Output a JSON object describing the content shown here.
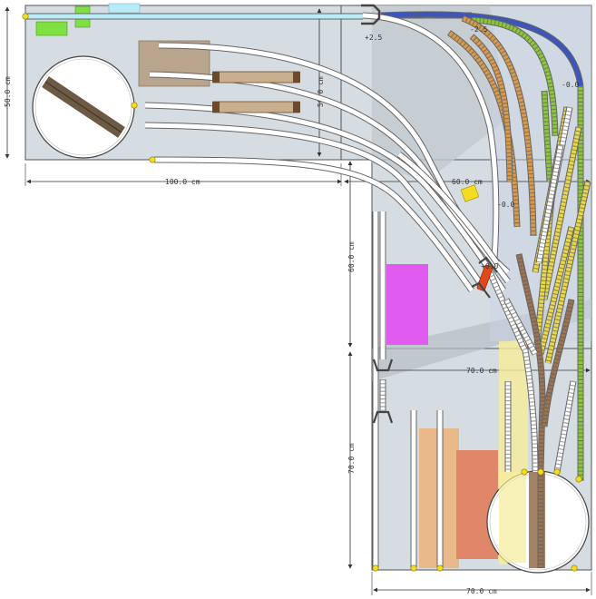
{
  "dimensions": {
    "top_width": "100.0 cm",
    "left_height": "50.0 cm",
    "inner_height": "50.0 cm",
    "corner_width": "60.0 cm",
    "right_height": "60.0 cm",
    "mid_width": "70.0 cm",
    "lower_height": "70.0 cm",
    "bottom_width": "70.0 cm"
  },
  "elevations": {
    "entry": "+2.5",
    "upper_right": "-2.5",
    "right_edge": "-0.0",
    "middle": "-0.0",
    "near_switch": "+0.0"
  },
  "colors": {
    "board": "#d6dde2",
    "board_stroke": "#555555",
    "rail_white": "#ffffff",
    "rail_orange": "#d89a4c",
    "rail_green": "#8cc63f",
    "rail_yellow": "#e8d84a",
    "rail_blue": "#3a56c8",
    "rail_brown": "#9a7454",
    "rail_light_blue": "#b8ecf6",
    "magenta": "#e05cf0",
    "salmon": "#e0876a",
    "peach": "#e9b98a",
    "yellow_marker": "#f4dd20",
    "bright_green": "#7ee042"
  }
}
